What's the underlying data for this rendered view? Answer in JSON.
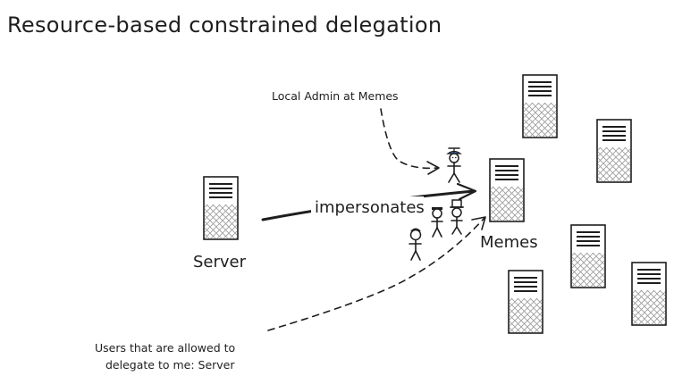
{
  "title": "Resource-based constrained delegation",
  "labels": {
    "server": "Server",
    "memes": "Memes",
    "impersonates": "impersonates",
    "local_admin": "Local Admin at Memes",
    "allowed_line1": "Users that are allowed to",
    "allowed_line2": "delegate to me: Server"
  },
  "colors": {
    "ink": "#1e1e1e",
    "propeller": "#4a7bd0"
  },
  "icons": {
    "server": "server-icon",
    "user": "stick-figure-icon"
  }
}
